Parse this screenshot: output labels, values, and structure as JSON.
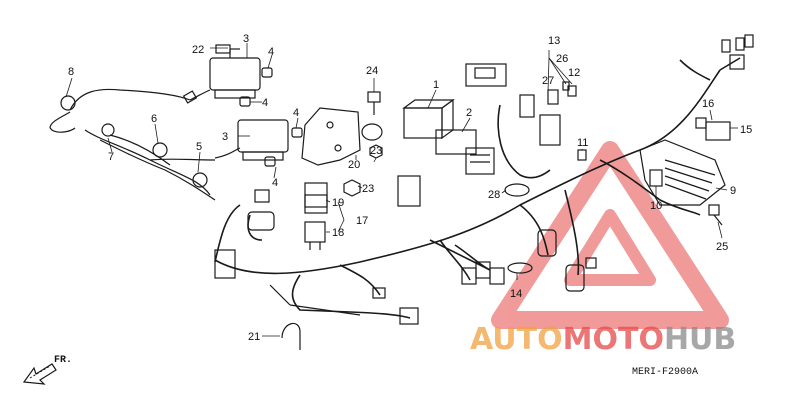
{
  "callouts": {
    "c1": "1",
    "c2": "2",
    "c3a": "3",
    "c3b": "3",
    "c4a": "4",
    "c4b": "4",
    "c4c": "4",
    "c4d": "4",
    "c5": "5",
    "c6": "6",
    "c7": "7",
    "c8": "8",
    "c9": "9",
    "c10": "10",
    "c11": "11",
    "c12": "12",
    "c13": "13",
    "c14": "14",
    "c15": "15",
    "c16": "16",
    "c17": "17",
    "c18": "18",
    "c19": "19",
    "c20": "20",
    "c21": "21",
    "c22": "22",
    "c23a": "23",
    "c23b": "23",
    "c24": "24",
    "c25": "25",
    "c26": "26",
    "c27": "27",
    "c28": "28"
  },
  "direction_label": "FR.",
  "diagram_code": "MERI-F2900A",
  "watermark": {
    "text_part1": "AUTO",
    "text_part2": "MOTO",
    "text_part3": "HUB",
    "color_orange": "#f0a040",
    "color_red": "#e54848",
    "color_grey": "#8a8a8a"
  }
}
